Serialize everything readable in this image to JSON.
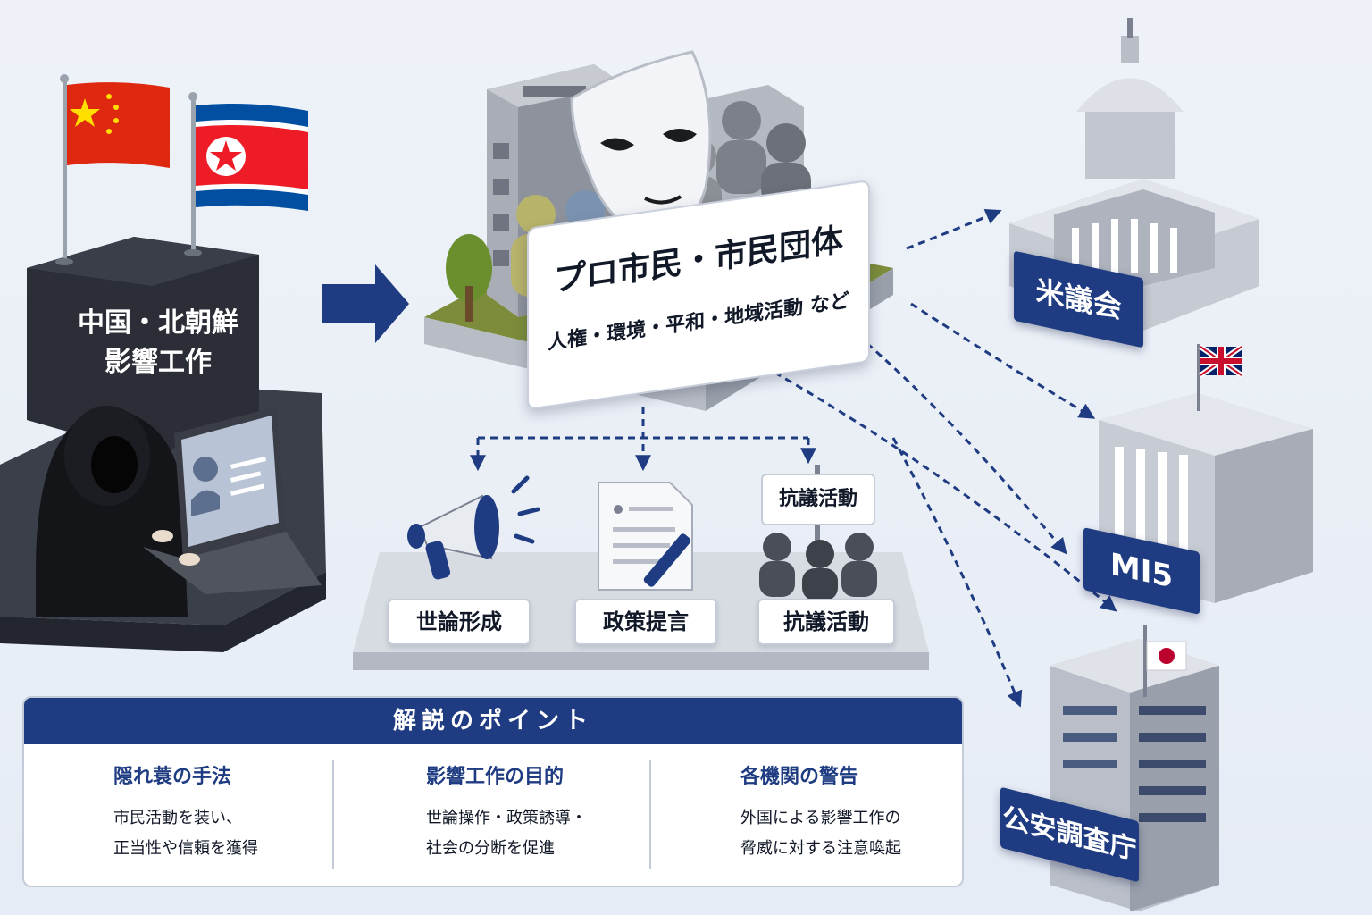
{
  "origin": {
    "title_line1": "中国・北朝鮮",
    "title_line2": "影響工作"
  },
  "front_org": {
    "title": "プロ市民・市民団体",
    "subtitle": "人権・環境・平和・地域活動 など"
  },
  "activities": [
    {
      "label": "世論形成"
    },
    {
      "label": "政策提言"
    },
    {
      "label": "抗議活動"
    }
  ],
  "protest_sign": "抗議活動",
  "agencies": [
    {
      "label": "米議会"
    },
    {
      "label": "MI5"
    },
    {
      "label": "公安調査庁"
    }
  ],
  "panel": {
    "title": "解説のポイント",
    "points": [
      {
        "icon": "magnifier-icon",
        "title": "隠れ蓑の手法",
        "line1": "市民活動を装い、",
        "line2": "正当性や信頼を獲得"
      },
      {
        "icon": "chat-bubble-icon",
        "title": "影響工作の目的",
        "line1": "世論操作・政策誘導・",
        "line2": "社会の分断を促進"
      },
      {
        "icon": "shield-check-icon",
        "title": "各機関の警告",
        "line1": "外国による影響工作の",
        "line2": "脅威に対する注意喚起"
      }
    ]
  },
  "colors": {
    "navy": "#1f3c82",
    "china_red": "#de2910",
    "star_yellow": "#ffde00",
    "nk_blue": "#024fa2",
    "nk_red": "#ed1c27",
    "grass": "#7c8c3a"
  }
}
